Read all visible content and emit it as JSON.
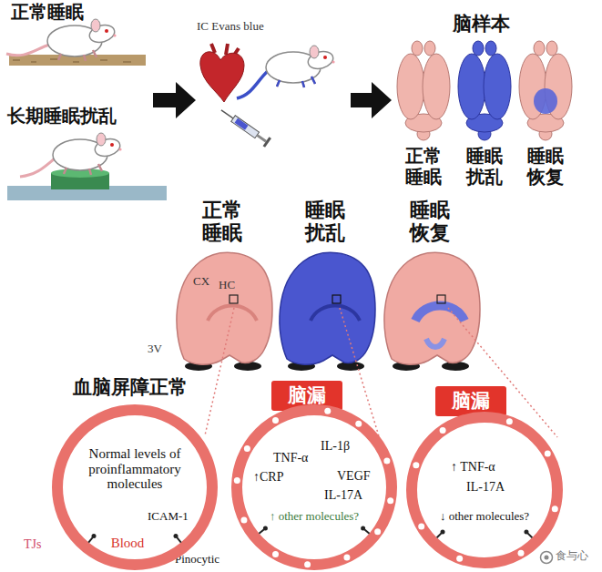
{
  "diagram": {
    "nodes": [
      {
        "text": [
          "脑漏"
        ]
      },
      {
        "text": [
          "脑漏"
        ]
      },
      {
        "text": [
          "Normal levels of proinflammatory molecules",
          "ICAM-1",
          "Blood"
        ]
      },
      {
        "text": [
          "TNF-α",
          "IL-1β",
          "↑CRP",
          "VEGF",
          "IL-17A",
          "↑ other molecules?"
        ]
      },
      {
        "text": [
          "↑ TNF-α",
          "IL-17A",
          "↓ other molecules?"
        ]
      }
    ],
    "labels": [
      "正常睡眠",
      "长期睡眠扰乱",
      "IC Evans blue",
      "脑样本",
      "正常 睡眠",
      "睡眠 扰乱",
      "睡眠 恢复",
      "正常 睡眠",
      "睡眠 扰乱",
      "睡眠 恢复",
      "CX",
      "HC",
      "3V",
      "血脑屏障正常",
      "TJs",
      "Pinocytic",
      "食与心"
    ]
  }
}
